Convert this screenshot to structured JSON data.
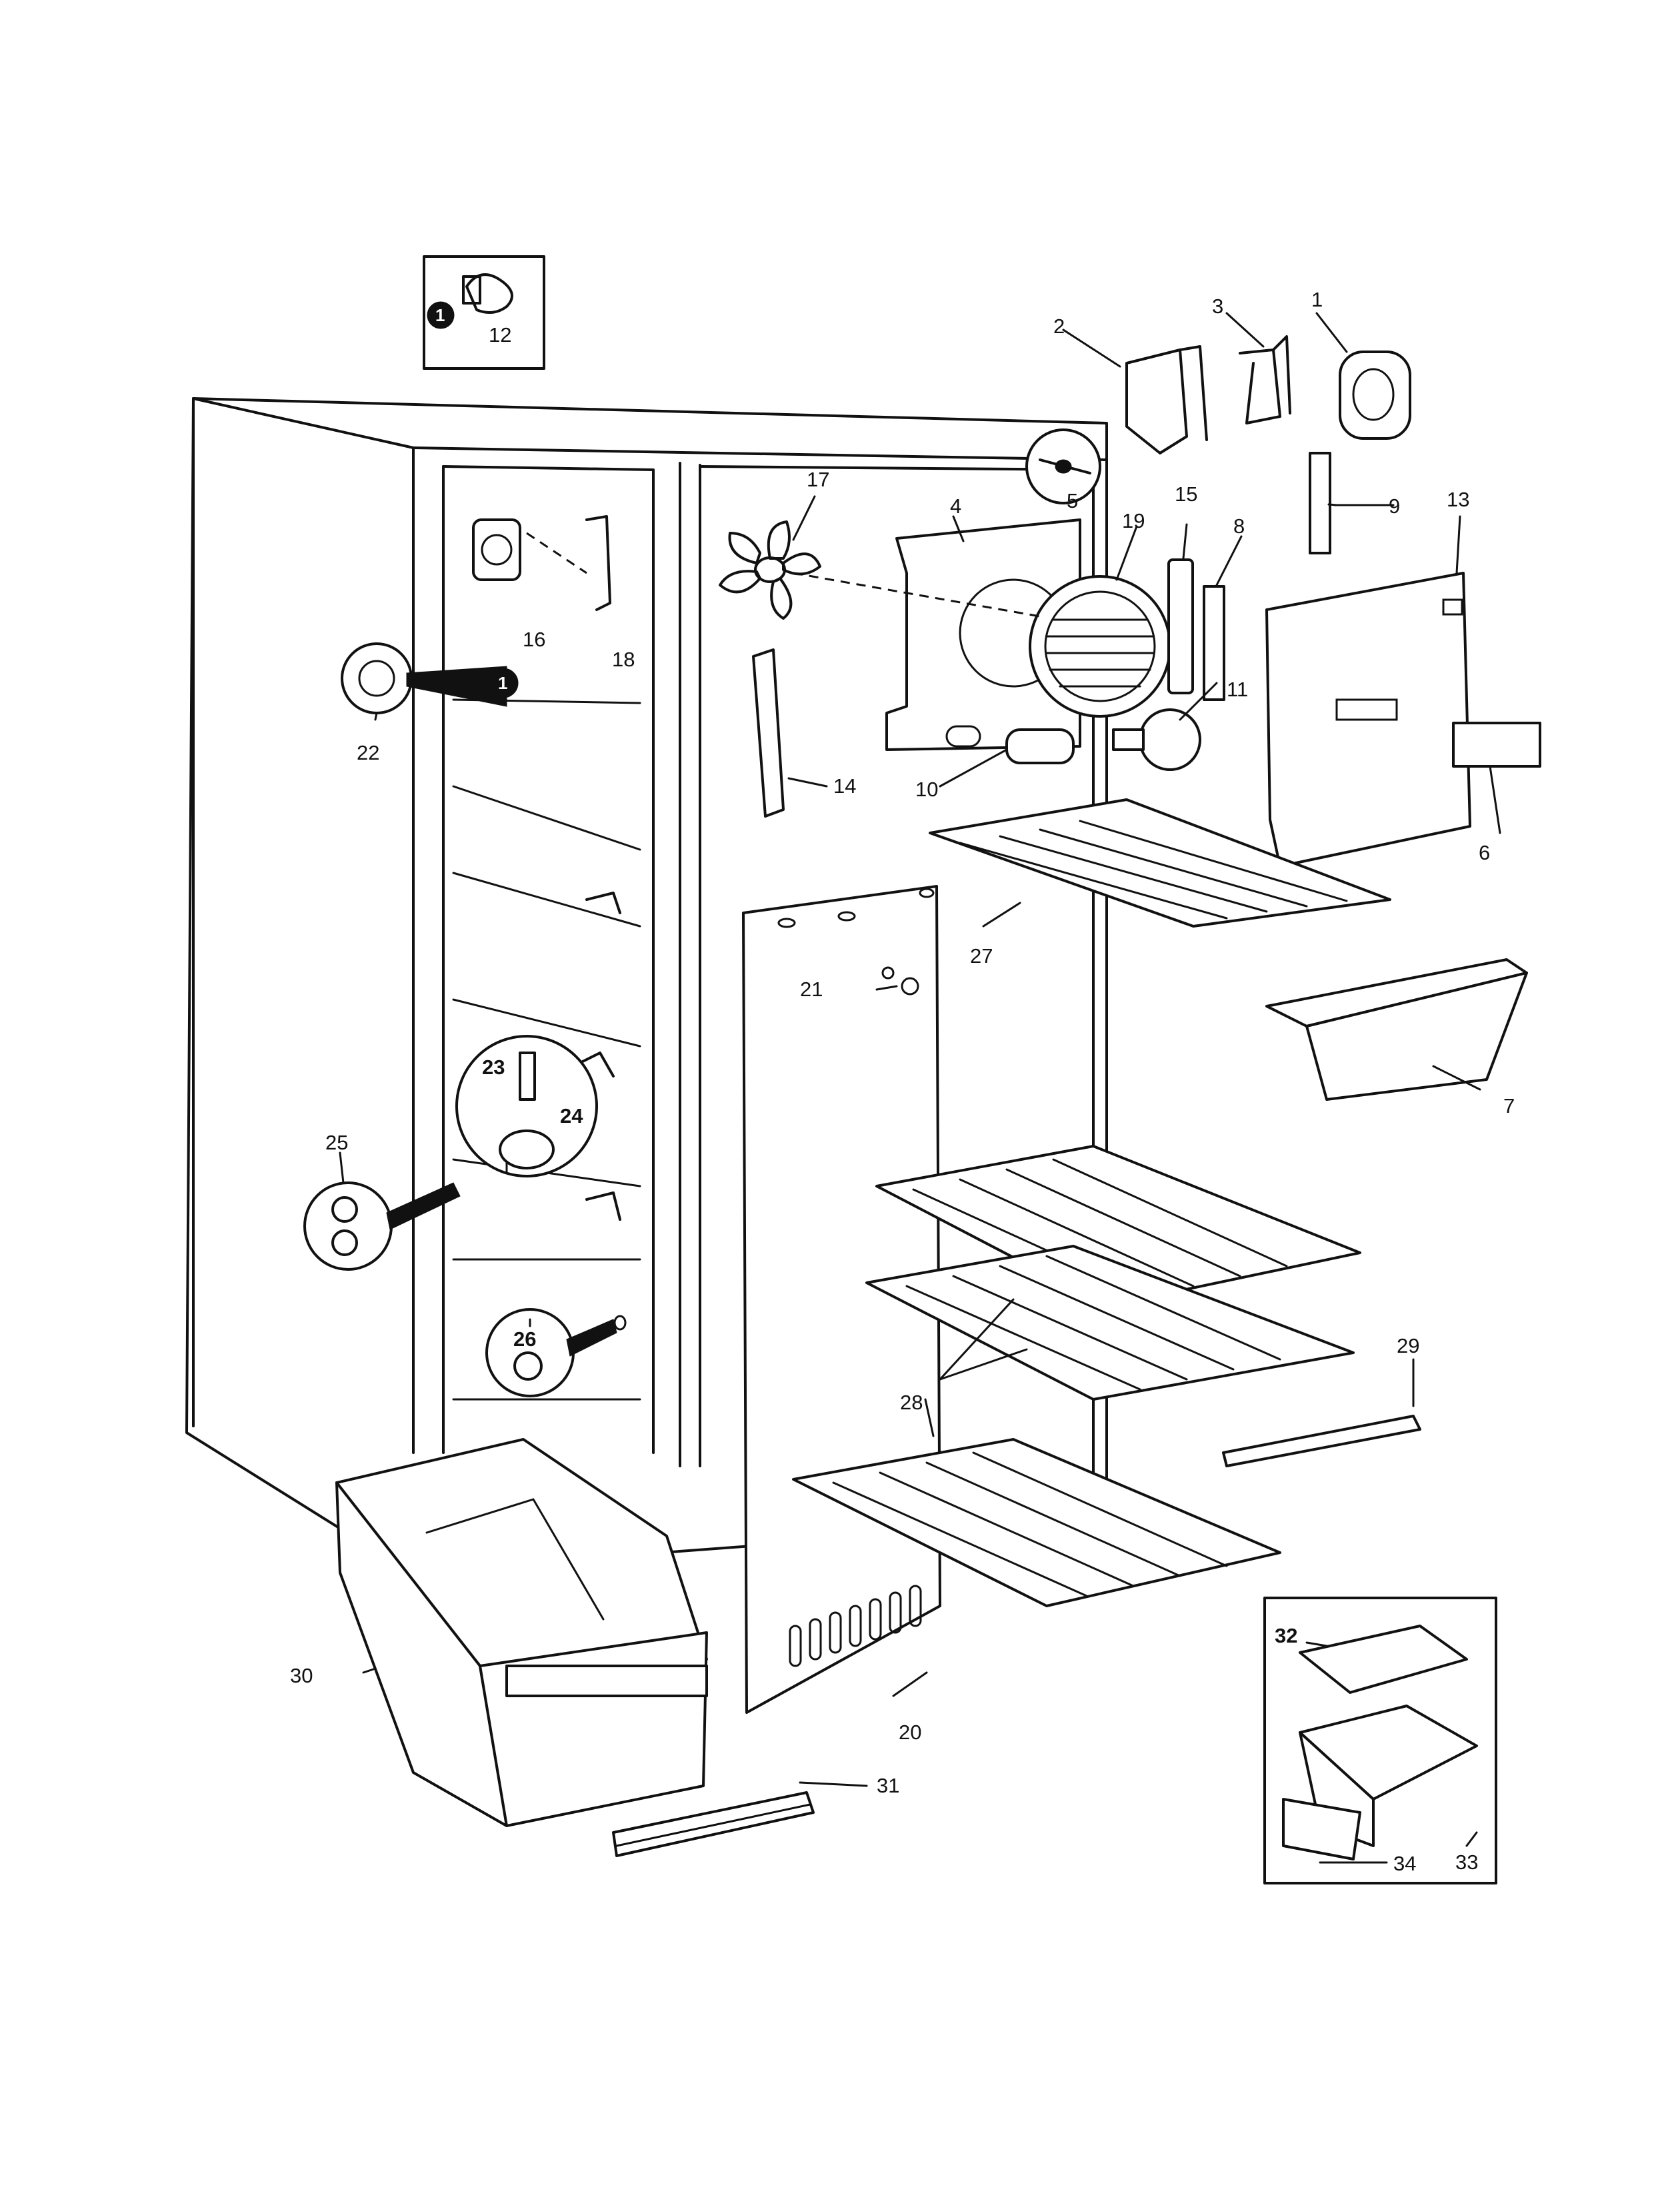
{
  "diagram": {
    "type": "exploded-parts-view",
    "callouts": [
      {
        "id": "c1",
        "label": "1"
      },
      {
        "id": "c2",
        "label": "2"
      },
      {
        "id": "c3",
        "label": "3"
      },
      {
        "id": "c4",
        "label": "4"
      },
      {
        "id": "c5",
        "label": "5"
      },
      {
        "id": "c6",
        "label": "6"
      },
      {
        "id": "c7",
        "label": "7"
      },
      {
        "id": "c8",
        "label": "8"
      },
      {
        "id": "c9",
        "label": "9"
      },
      {
        "id": "c10",
        "label": "10"
      },
      {
        "id": "c11",
        "label": "11"
      },
      {
        "id": "c12",
        "label": "12"
      },
      {
        "id": "c13",
        "label": "13"
      },
      {
        "id": "c14",
        "label": "14"
      },
      {
        "id": "c15",
        "label": "15"
      },
      {
        "id": "c16",
        "label": "16"
      },
      {
        "id": "c17",
        "label": "17"
      },
      {
        "id": "c18",
        "label": "18"
      },
      {
        "id": "c19",
        "label": "19"
      },
      {
        "id": "c20",
        "label": "20"
      },
      {
        "id": "c21",
        "label": "21"
      },
      {
        "id": "c22",
        "label": "22"
      },
      {
        "id": "c23",
        "label": "23"
      },
      {
        "id": "c24",
        "label": "24"
      },
      {
        "id": "c25",
        "label": "25"
      },
      {
        "id": "c26",
        "label": "26"
      },
      {
        "id": "c27",
        "label": "27"
      },
      {
        "id": "c28",
        "label": "28"
      },
      {
        "id": "c29",
        "label": "29"
      },
      {
        "id": "c30",
        "label": "30"
      },
      {
        "id": "c31",
        "label": "31"
      },
      {
        "id": "c32",
        "label": "32"
      },
      {
        "id": "c33",
        "label": "33"
      },
      {
        "id": "c34",
        "label": "34"
      }
    ],
    "markers": [
      {
        "id": "m1",
        "label": "1"
      },
      {
        "id": "m2",
        "label": "1"
      }
    ]
  }
}
